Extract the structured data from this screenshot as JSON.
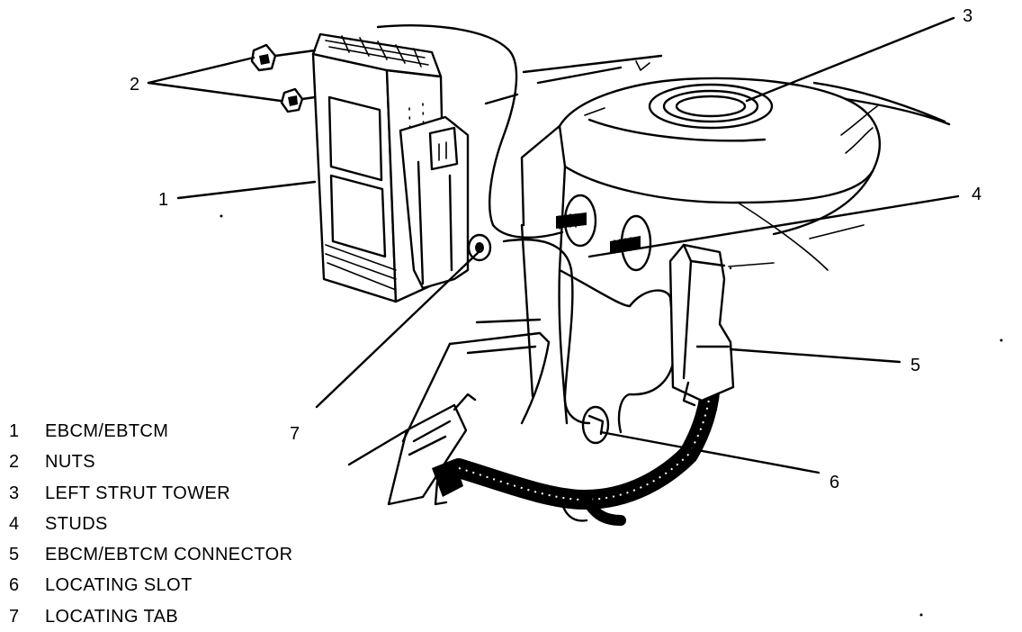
{
  "callouts": [
    {
      "number": "1"
    },
    {
      "number": "2"
    },
    {
      "number": "3"
    },
    {
      "number": "4"
    },
    {
      "number": "5"
    },
    {
      "number": "6"
    },
    {
      "number": "7"
    }
  ],
  "legend": [
    {
      "number": "1",
      "label": "EBCM/EBTCM"
    },
    {
      "number": "2",
      "label": "NUTS"
    },
    {
      "number": "3",
      "label": "LEFT STRUT TOWER"
    },
    {
      "number": "4",
      "label": "STUDS"
    },
    {
      "number": "5",
      "label": "EBCM/EBTCM CONNECTOR"
    },
    {
      "number": "6",
      "label": "LOCATING SLOT"
    },
    {
      "number": "7",
      "label": "LOCATING TAB"
    }
  ]
}
